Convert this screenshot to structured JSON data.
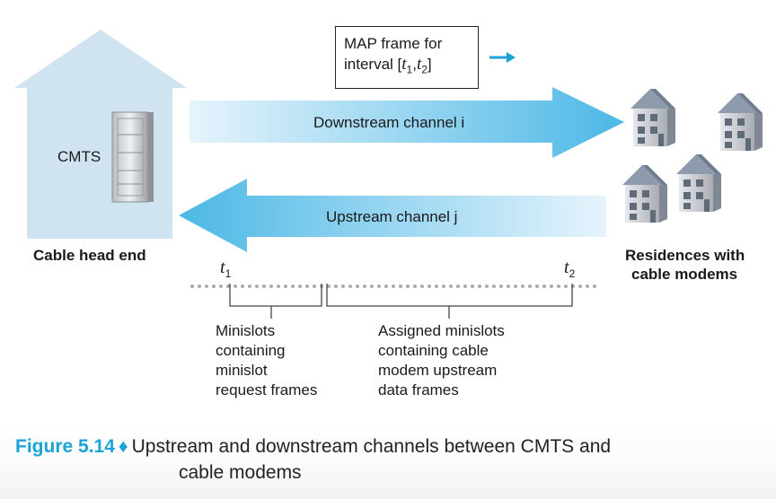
{
  "head_end": {
    "cmts_label": "CMTS",
    "label": "Cable head end"
  },
  "map_frame": {
    "line1": "MAP frame for",
    "line2_prefix": "interval [",
    "t1_var": "t",
    "t1_sub": "1",
    "sep": ",",
    "t2_var": "t",
    "t2_sub": "2",
    "line2_suffix": "]"
  },
  "channels": {
    "downstream": "Downstream channel i",
    "upstream": "Upstream channel j"
  },
  "residences": {
    "line1": "Residences with",
    "line2": "cable modems"
  },
  "timeline": {
    "t1_var": "t",
    "t1_sub": "1",
    "t2_var": "t",
    "t2_sub": "2",
    "minislots_lines": [
      "Minislots",
      "containing",
      "minislot",
      "request frames"
    ],
    "assigned_lines": [
      "Assigned minislots",
      "containing cable",
      "modem upstream",
      "data frames"
    ]
  },
  "caption": {
    "figure": "Figure 5.14",
    "diamond": "♦",
    "text_line1": "Upstream and downstream channels between CMTS and",
    "text_line2": "cable modems"
  },
  "colors": {
    "arrow_blue": "#4cb8e6",
    "building_blue": "#cfe3f0",
    "caption_accent": "#1ba3d8"
  }
}
